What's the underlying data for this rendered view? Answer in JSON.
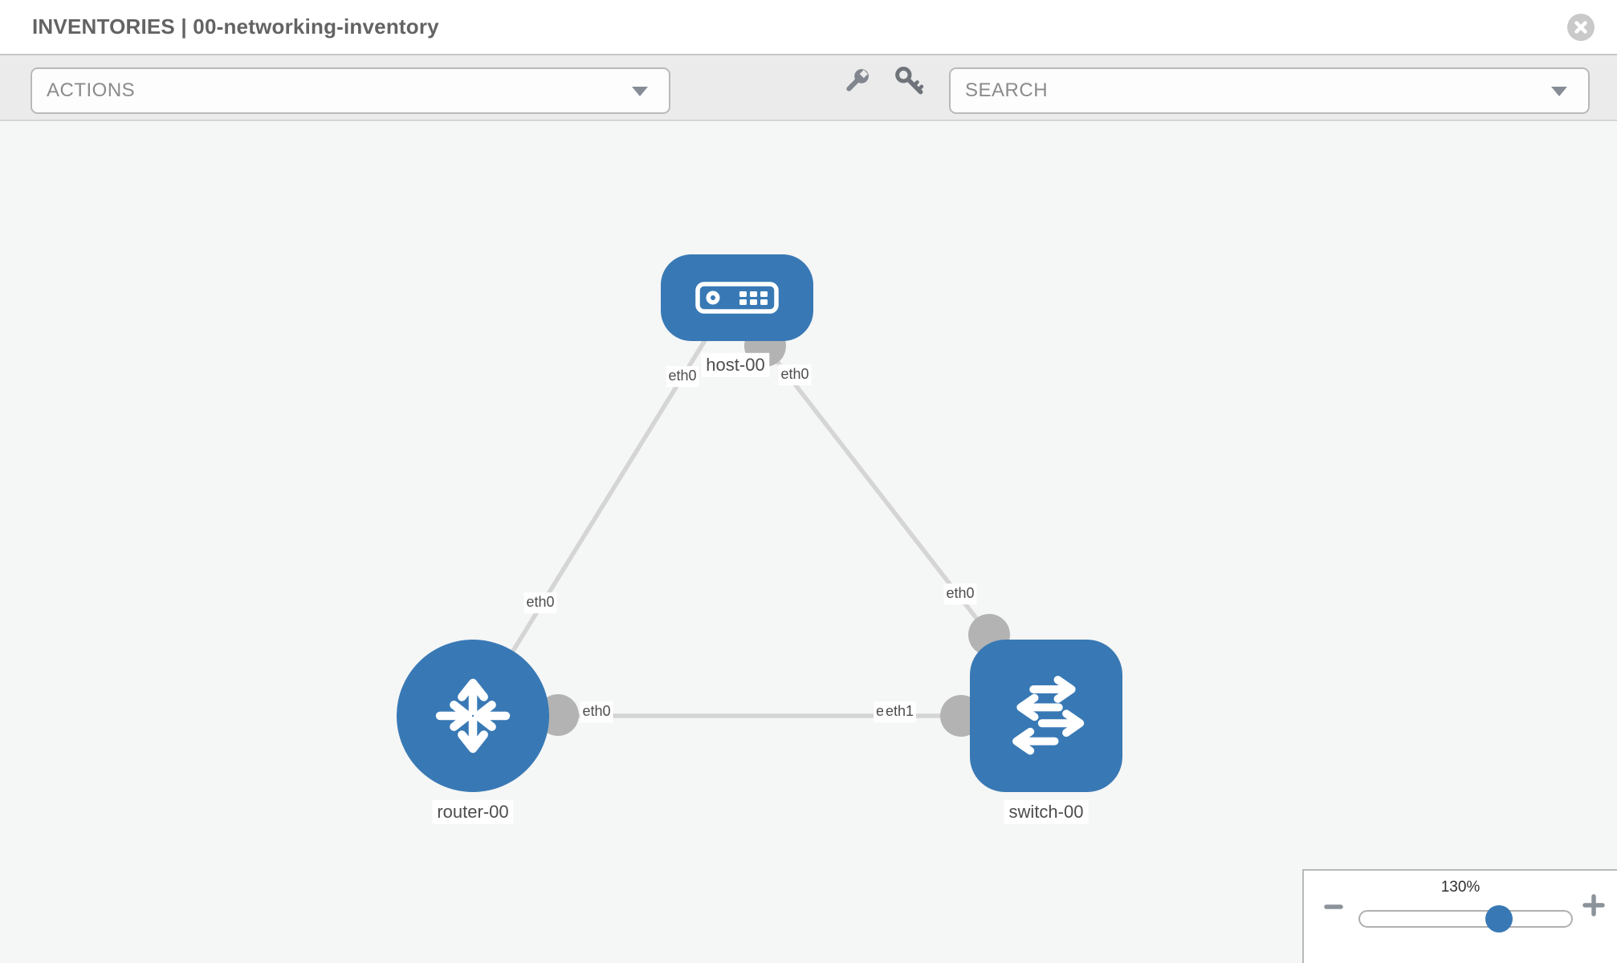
{
  "header": {
    "title": "INVENTORIES | 00-networking-inventory"
  },
  "toolbar": {
    "actions_label": "ACTIONS",
    "search_label": "SEARCH"
  },
  "icons": {
    "close": "close-icon",
    "wrench": "wrench-icon",
    "key": "key-icon",
    "zoom_out": "minus-icon",
    "zoom_in": "plus-icon",
    "host": "host-device-icon",
    "router": "router-arrows-icon",
    "switch": "switch-arrows-icon"
  },
  "colors": {
    "node_blue": "#3879b5",
    "link_gray": "#d5d5d5",
    "interface_gray": "#b3b3b3",
    "toolbar_bg": "#ebebeb",
    "canvas_bg": "#f5f6f6"
  },
  "zoom_control": {
    "percent": "130%"
  },
  "topology": {
    "nodes": [
      {
        "id": "host-00",
        "type": "host",
        "label": "host-00"
      },
      {
        "id": "router-00",
        "type": "router",
        "label": "router-00"
      },
      {
        "id": "switch-00",
        "type": "switch",
        "label": "switch-00"
      }
    ],
    "links": [
      {
        "from": "host-00",
        "from_iface": "eth0",
        "to": "router-00",
        "to_iface": "eth0"
      },
      {
        "from": "host-00",
        "from_iface": "eth0",
        "to": "switch-00",
        "to_iface": "eth0"
      },
      {
        "from": "router-00",
        "from_iface": "eth0",
        "to": "switch-00",
        "to_iface": "eth1",
        "to_iface_overlapped": "eth0"
      }
    ]
  }
}
